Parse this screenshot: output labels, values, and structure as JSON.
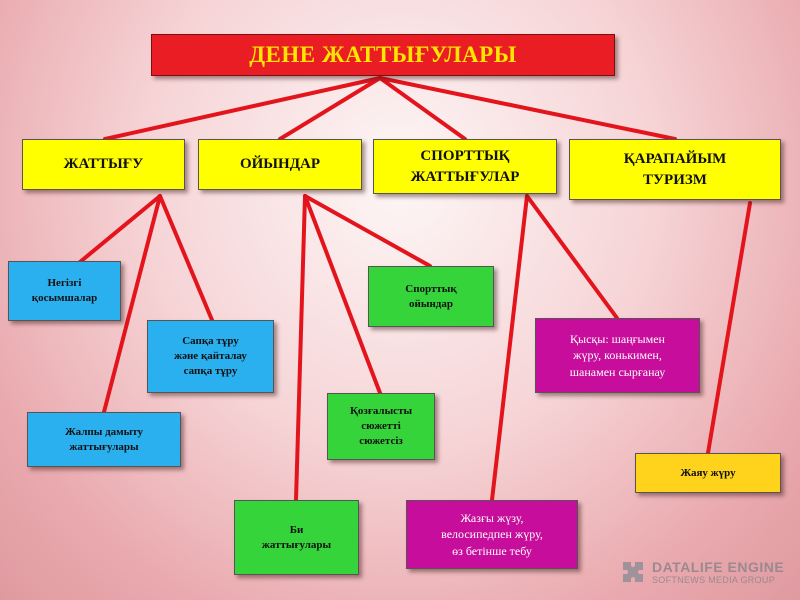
{
  "title": "ДЕНЕ ЖАТТЫҒУЛАРЫ",
  "categories": [
    {
      "lines": [
        "ЖАТТЫҒУ"
      ]
    },
    {
      "lines": [
        "ОЙЫНДАР"
      ]
    },
    {
      "lines": [
        "СПОРТТЫҚ",
        "ЖАТТЫҒУЛАР"
      ]
    },
    {
      "lines": [
        "ҚАРАПАЙЫМ",
        "ТУРИЗМ"
      ]
    }
  ],
  "nodes": [
    {
      "lines": [
        "Негізгі",
        "қосымшалар"
      ]
    },
    {
      "lines": [
        "Сапқа тұру",
        "және қайталау",
        "сапқа тұру"
      ]
    },
    {
      "lines": [
        "Жалпы дамыту",
        "жаттығулары"
      ]
    },
    {
      "lines": [
        "Спорттық",
        "ойындар"
      ]
    },
    {
      "lines": [
        "Қозғалысты",
        "сюжетті",
        "сюжетсіз"
      ]
    },
    {
      "lines": [
        "Би",
        "жаттығулары"
      ]
    },
    {
      "lines": [
        "Қысқы: шаңғымен",
        "жүру, конькимен,",
        "шанамен сырғанау"
      ]
    },
    {
      "lines": [
        "Жазғы жүзу,",
        "велосипедпен жүру,",
        "өз бетінше тебу"
      ]
    },
    {
      "lines": [
        "Жаяу жүру"
      ]
    }
  ],
  "colors": {
    "title_bg": "#ea1c24",
    "title_text": "#ffe600",
    "category_bg": "#ffff00",
    "connector": "#e3141c",
    "blue_node": "#2ab0ee",
    "green_node": "#35d43a",
    "magenta_node": "#c70d9b",
    "orange_node": "#ffd21c"
  },
  "watermark": {
    "main": "DATALIFE ENGINE",
    "sub": "SOFTNEWS MEDIA GROUP",
    "icon": "puzzle-logo-icon"
  }
}
